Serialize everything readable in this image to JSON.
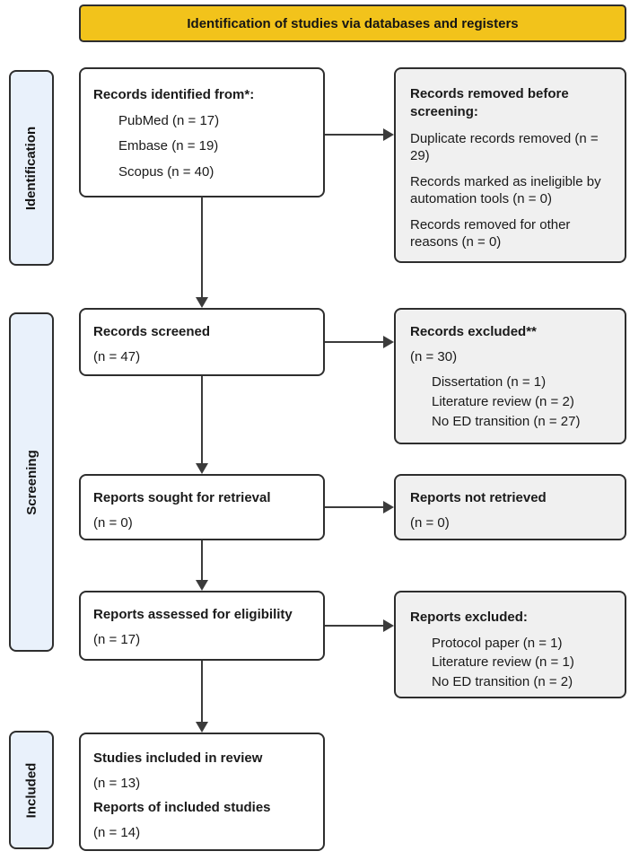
{
  "header": {
    "title": "Identification of studies via databases and registers"
  },
  "colors": {
    "header_bg": "#F2C31B",
    "stage_bg": "#E9F1FB",
    "side_box_bg": "#F0F0F0",
    "border": "#2e2e2e",
    "arrow": "#3b3b3b"
  },
  "stages": [
    {
      "label": "Identification"
    },
    {
      "label": "Screening"
    },
    {
      "label": "Included"
    }
  ],
  "main_boxes": [
    {
      "title": "Records identified from*:",
      "items": [
        "PubMed (n = 17)",
        "Embase (n = 19)",
        "Scopus  (n = 40)"
      ]
    },
    {
      "title": "Records screened",
      "count": "(n = 47)"
    },
    {
      "title": "Reports sought for retrieval",
      "count": "(n = 0)"
    },
    {
      "title": "Reports assessed for eligibility",
      "count": "(n = 17)"
    },
    {
      "title": "Studies included in review",
      "count": "(n = 13)",
      "title2": "Reports of included studies",
      "count2": "(n = 14)"
    }
  ],
  "side_boxes": [
    {
      "title": "Records removed before screening:",
      "paragraphs": [
        "Duplicate records removed (n = 29)",
        "Records marked as ineligible by automation tools (n = 0)",
        "Records removed for other reasons (n = 0)"
      ]
    },
    {
      "title": "Records excluded**",
      "count": "(n = 30)",
      "items": [
        "Dissertation (n = 1)",
        "Literature review (n = 2)",
        "No ED transition (n = 27)"
      ]
    },
    {
      "title": "Reports not retrieved",
      "count": "(n = 0)"
    },
    {
      "title": "Reports excluded:",
      "items": [
        "Protocol paper (n = 1)",
        "Literature review (n = 1)",
        "No ED transition (n = 2)"
      ]
    }
  ]
}
